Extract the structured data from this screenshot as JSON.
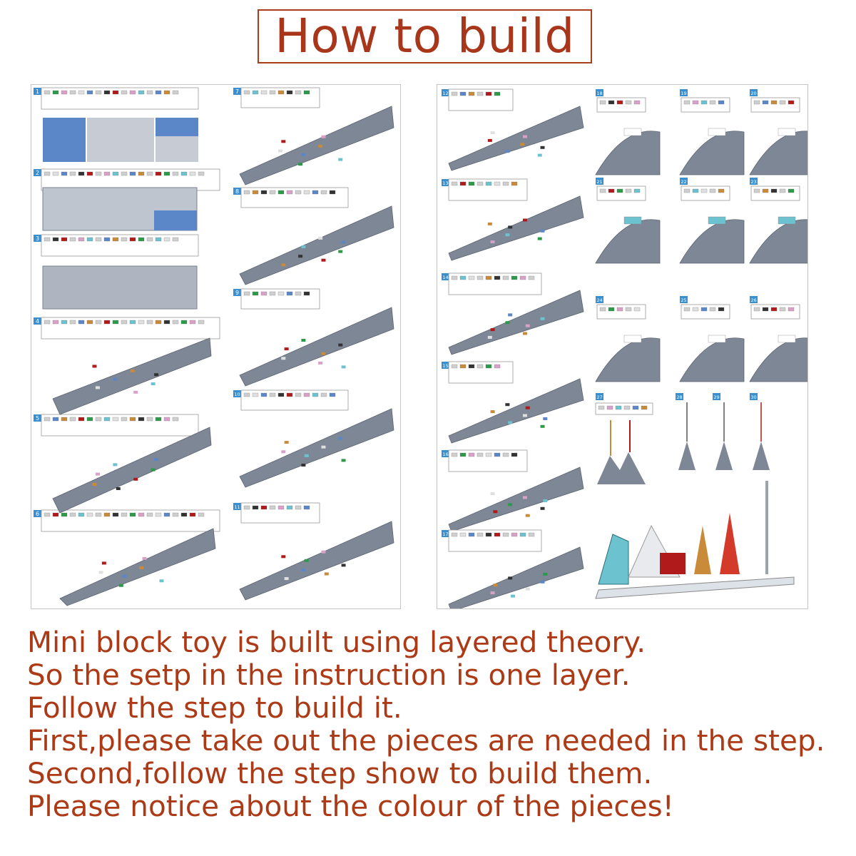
{
  "title": "How to build",
  "instructions": [
    "Mini block toy is built using layered theory.",
    "So the setp in the instruction is one layer.",
    "Follow the step to build it.",
    "First,please take out the pieces are needed in the step.",
    "Second,follow the step show to build them.",
    "Please notice about the colour of the pieces!"
  ],
  "left_sheet": {
    "steps": [
      "1",
      "2",
      "3",
      "4",
      "5",
      "6",
      "7",
      "8",
      "9",
      "10",
      "11"
    ]
  },
  "right_sheet": {
    "steps": [
      "12",
      "13",
      "14",
      "15",
      "16",
      "17",
      "18",
      "19",
      "20",
      "21",
      "22",
      "23",
      "24",
      "25",
      "26",
      "27",
      "28",
      "29",
      "30"
    ]
  },
  "colors": {
    "title_text": "#a8361a",
    "title_border": "#a83e1c",
    "instruction_text": "#ad3a16",
    "step_badge": "#3a8fd0",
    "brick_gray": "#7e8796",
    "plate_blue": "#5b87c9",
    "accent_red": "#b01a1a",
    "accent_teal": "#6cc2cf",
    "accent_orange": "#c98a3a",
    "accent_green": "#2c9a48"
  }
}
